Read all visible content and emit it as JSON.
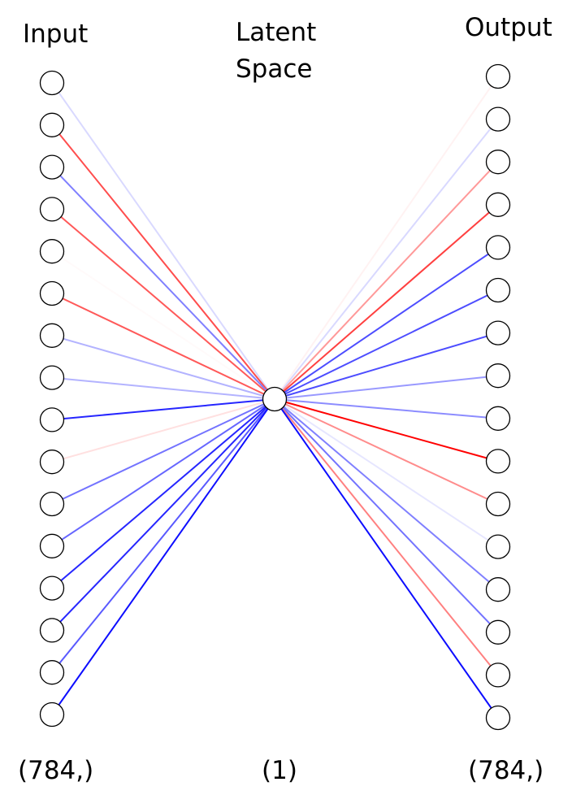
{
  "labels": {
    "input": "Input",
    "latent_line1": "Latent",
    "latent_line2": "Space",
    "output": "Output"
  },
  "dimensions": {
    "input": "(784,)",
    "latent": "(1)",
    "output": "(784,)"
  },
  "colors": {
    "positive_weight": "#ff0000",
    "negative_weight": "#0000ff",
    "node_stroke": "#000000",
    "node_fill": "#ffffff"
  },
  "network": {
    "input_weights": [
      -0.15,
      0.7,
      -0.5,
      0.65,
      0.02,
      0.65,
      -0.3,
      -0.3,
      -0.85,
      0.12,
      -0.55,
      -0.6,
      -0.85,
      -0.85,
      -0.65,
      -0.95
    ],
    "output_weights": [
      0.05,
      -0.15,
      0.4,
      0.75,
      -0.7,
      -0.7,
      -0.7,
      -0.4,
      -0.45,
      1.0,
      0.45,
      -0.1,
      -0.5,
      -0.55,
      0.5,
      -0.95
    ]
  }
}
